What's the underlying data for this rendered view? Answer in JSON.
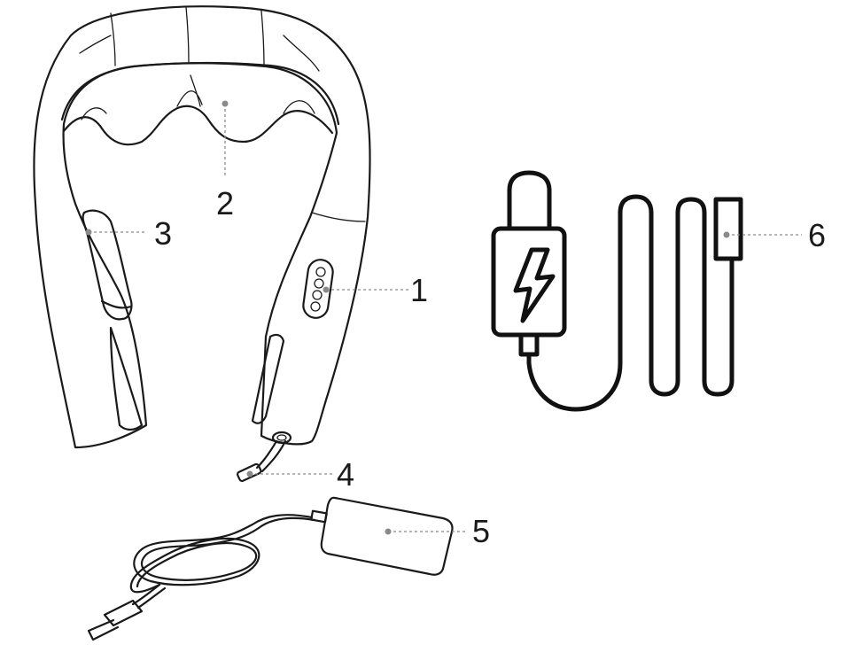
{
  "callouts": [
    {
      "id": "control-panel",
      "label": "1"
    },
    {
      "id": "massage-nodes",
      "label": "2"
    },
    {
      "id": "hand-strap",
      "label": "3"
    },
    {
      "id": "dc-port",
      "label": "4"
    },
    {
      "id": "ac-adapter",
      "label": "5"
    },
    {
      "id": "car-charger",
      "label": "6"
    }
  ],
  "colors": {
    "line": "#1a1a1a",
    "leader": "#8a8a8a",
    "background": "#ffffff"
  }
}
